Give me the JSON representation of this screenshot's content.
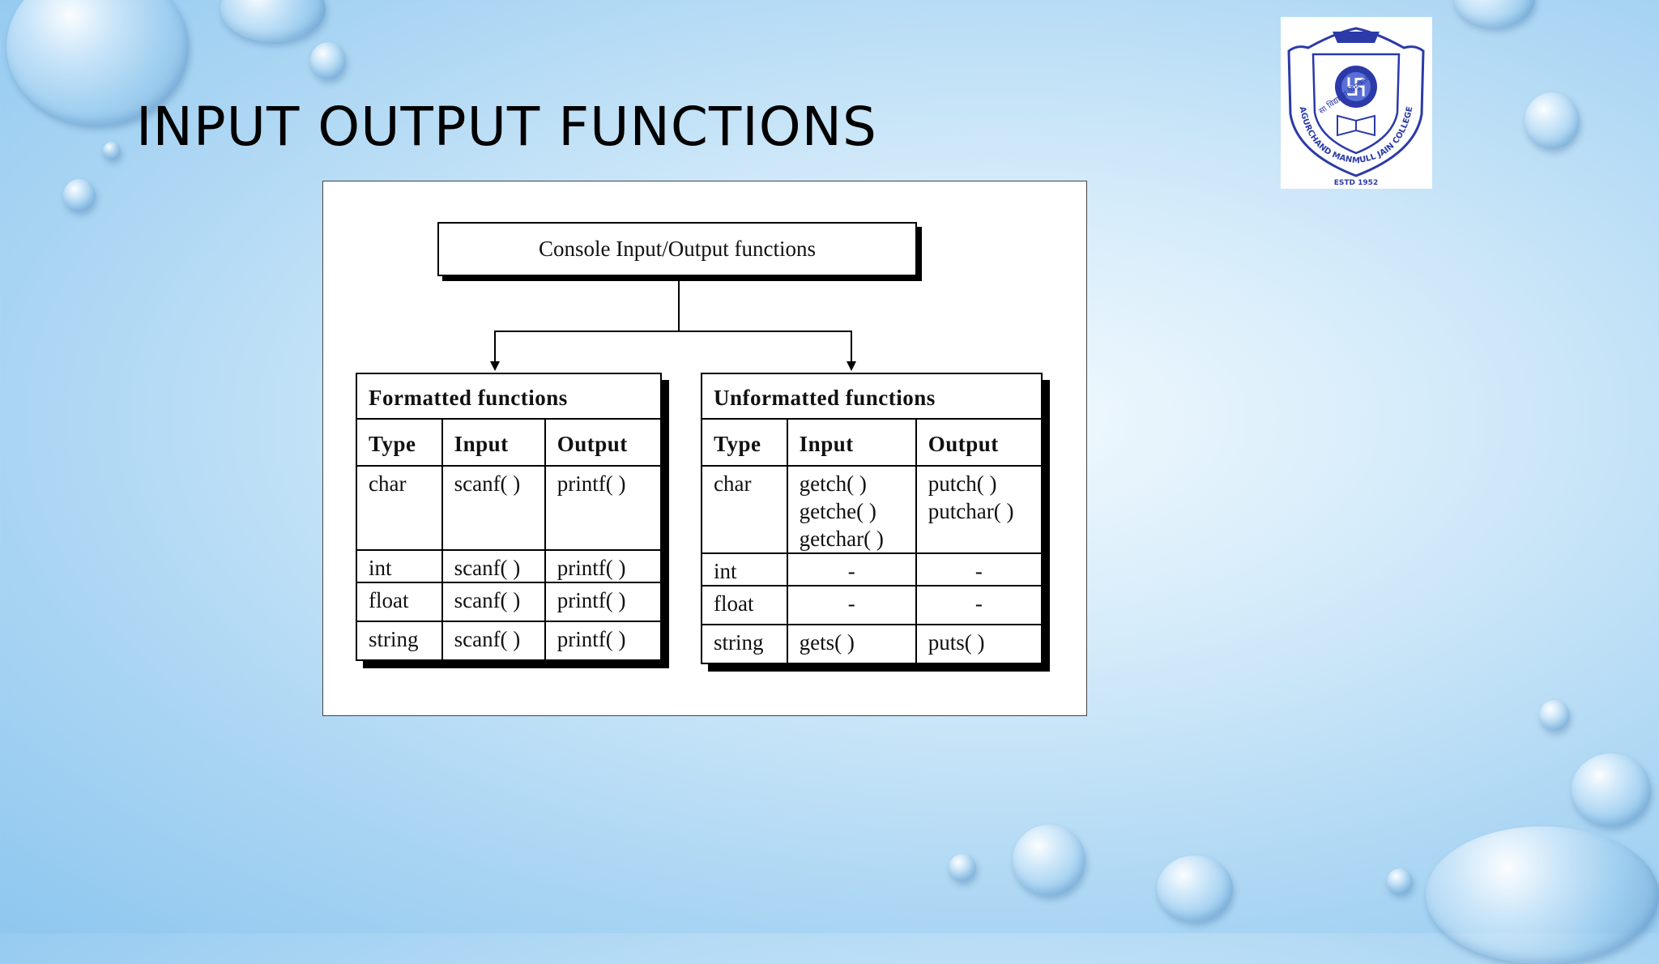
{
  "slide": {
    "title": "INPUT OUTPUT FUNCTIONS"
  },
  "logo": {
    "icon": "college-crest-icon",
    "arc_text": "AGURCHAND MANMULL JAIN COLLEGE",
    "motto": "सा विद्या या विमुक्तये",
    "estd": "ESTD 1952",
    "colors": {
      "blue": "#2b3aa8",
      "red": "#c8322a"
    }
  },
  "diagram": {
    "root_label": "Console Input/Output functions",
    "formatted": {
      "title": "Formatted functions",
      "headers": [
        "Type",
        "Input",
        "Output"
      ],
      "rows": [
        {
          "type": "char",
          "input": "scanf( )",
          "output": "printf( )"
        },
        {
          "type": "int",
          "input": "scanf( )",
          "output": "printf( )"
        },
        {
          "type": "float",
          "input": "scanf( )",
          "output": "printf( )"
        },
        {
          "type": "string",
          "input": "scanf( )",
          "output": "printf( )"
        }
      ]
    },
    "unformatted": {
      "title": "Unformatted functions",
      "headers": [
        "Type",
        "Input",
        "Output"
      ],
      "rows": [
        {
          "type": "char",
          "input": [
            "getch( )",
            "getche( )",
            "getchar( )"
          ],
          "output": [
            "putch( )",
            "putchar( )"
          ]
        },
        {
          "type": "int",
          "input": "-",
          "output": "-"
        },
        {
          "type": "float",
          "input": "-",
          "output": "-"
        },
        {
          "type": "string",
          "input": "gets( )",
          "output": "puts( )"
        }
      ]
    }
  }
}
